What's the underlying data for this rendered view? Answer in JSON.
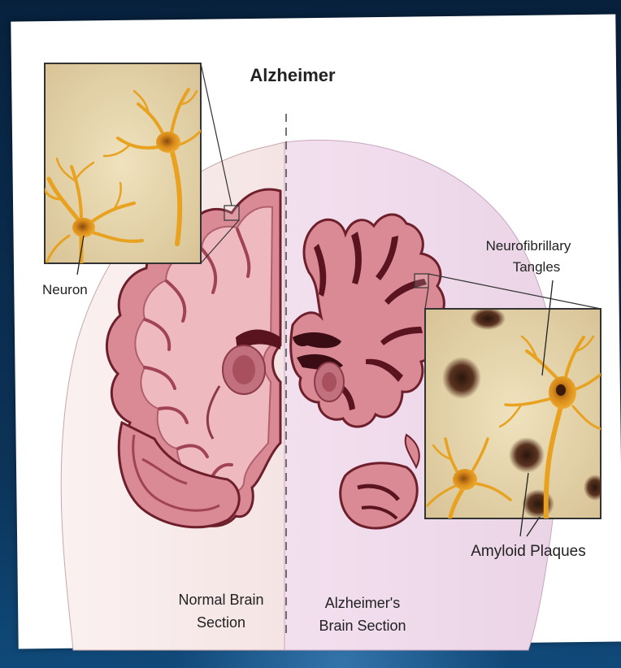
{
  "diagram": {
    "title": "Alzheimer",
    "labels": {
      "neuron": "Neuron",
      "tangles_line1": "Neurofibrillary",
      "tangles_line2": "Tangles",
      "plaques": "Amyloid Plaques",
      "normal_line1": "Normal Brain",
      "normal_line2": "Section",
      "alz_line1": "Alzheimer's",
      "alz_line2": "Brain Section"
    },
    "colors": {
      "brain_outer": "#d98a94",
      "brain_inner": "#efb9c0",
      "brain_dark": "#6e1f2c",
      "head_normal": "#f6e6e6",
      "head_alz": "#f0dcec",
      "neuron": "#e8a21f",
      "inset_bg": "#e6d7b0",
      "plaque": "#4a2a1a"
    }
  }
}
